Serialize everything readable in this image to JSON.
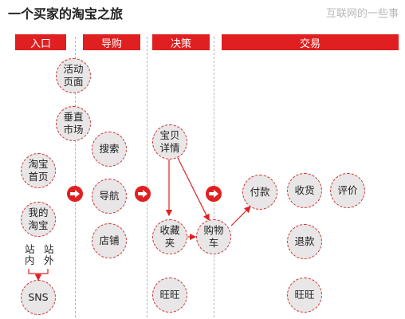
{
  "title": "一个买家的淘宝之旅",
  "watermark": "互联网的一些事",
  "stages": {
    "entry": "入口",
    "guide": "导购",
    "decide": "决策",
    "trade": "交易"
  },
  "nodes": {
    "activity_page": "活动\n页面",
    "vertical_market": "垂直\n市场",
    "search": "搜索",
    "taobao_home": "淘宝\n首页",
    "navigation": "导航",
    "my_taobao": "我的\n淘宝",
    "store": "店铺",
    "sns": "SNS",
    "item_detail": "宝贝\n详情",
    "favorite": "收藏\n夹",
    "wangwang_decide": "旺旺",
    "cart": "购物\n车",
    "pay": "付款",
    "receive": "收货",
    "review": "评价",
    "refund": "退款",
    "wangwang_trade": "旺旺"
  },
  "labels": {
    "on_site": "站\n内",
    "off_site": "站\n外"
  },
  "colors": {
    "accent": "#e02020",
    "node_fill": "#e8e6e6",
    "divider": "#b5b5b5"
  }
}
